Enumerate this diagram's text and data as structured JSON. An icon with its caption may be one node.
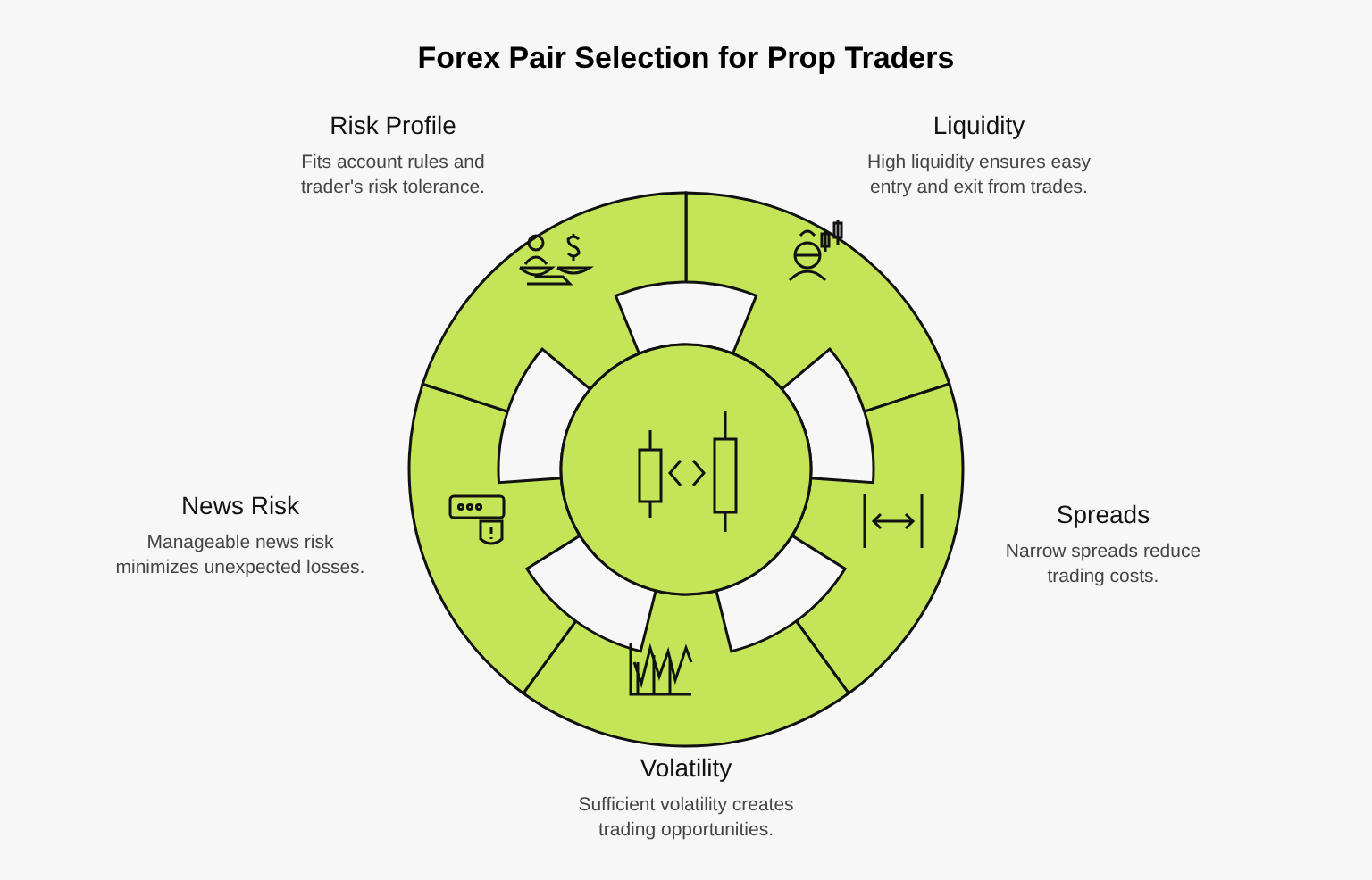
{
  "diagram": {
    "title": "Forex Pair Selection for Prop Traders",
    "nodes": [
      {
        "text": [
          "Risk Profile",
          "Fits account rules and trader's risk tolerance."
        ]
      },
      {
        "text": [
          "Liquidity",
          "High liquidity ensures easy entry and exit from trades."
        ]
      },
      {
        "text": [
          "Spreads",
          "Narrow spreads reduce trading costs."
        ]
      },
      {
        "text": [
          "Volatility",
          "Sufficient volatility creates trading opportunities."
        ]
      },
      {
        "text": [
          "News Risk",
          "Manageable news risk minimizes unexpected losses."
        ]
      }
    ]
  }
}
